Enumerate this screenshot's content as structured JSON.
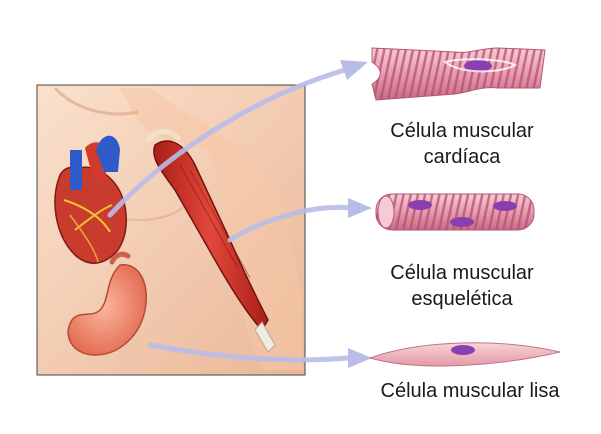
{
  "labels": {
    "cardiac": {
      "line1": "Célula muscular",
      "line2": "cardíaca"
    },
    "skeletal": {
      "line1": "Célula muscular",
      "line2": "esquelética"
    },
    "smooth": {
      "line1": "Célula muscular lisa"
    }
  },
  "colors": {
    "arrow": "#b8bde8",
    "muscle_cell": "#e8a3b8",
    "muscle_stripe": "#c0607a",
    "nucleus": "#8a3fb0",
    "skin": "#f3c9ac",
    "muscle_red": "#d0382c",
    "stomach": "#f08a70"
  },
  "icons": {
    "heart": "heart-icon",
    "stomach": "stomach-icon",
    "arm_muscle": "biceps-muscle-icon"
  }
}
